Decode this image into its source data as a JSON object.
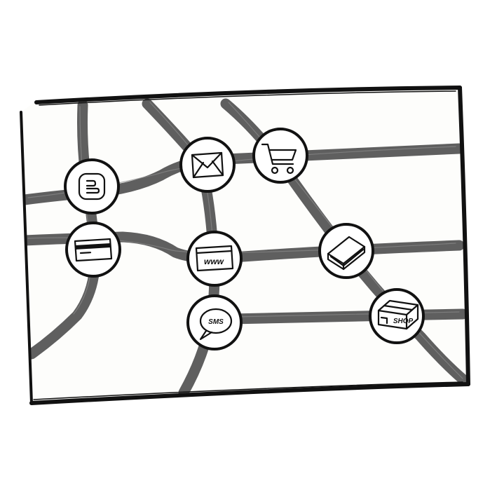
{
  "diagram": {
    "colors": {
      "frame": "#111111",
      "road": "#5f5f5f",
      "paper": "#fdfdfb",
      "node_fill": "#ffffff"
    },
    "nodes": [
      {
        "id": "blogger",
        "icon": "blogger-icon",
        "label": ""
      },
      {
        "id": "mail",
        "icon": "envelope-icon",
        "label": ""
      },
      {
        "id": "cart",
        "icon": "shopping-cart-icon",
        "label": ""
      },
      {
        "id": "card",
        "icon": "credit-card-icon",
        "label": ""
      },
      {
        "id": "www",
        "icon": "browser-window-icon",
        "label": "www"
      },
      {
        "id": "book",
        "icon": "book-icon",
        "label": ""
      },
      {
        "id": "sms",
        "icon": "speech-bubble-icon",
        "label": "SMS"
      },
      {
        "id": "shop",
        "icon": "shop-box-icon",
        "label": "SHOP"
      }
    ]
  }
}
